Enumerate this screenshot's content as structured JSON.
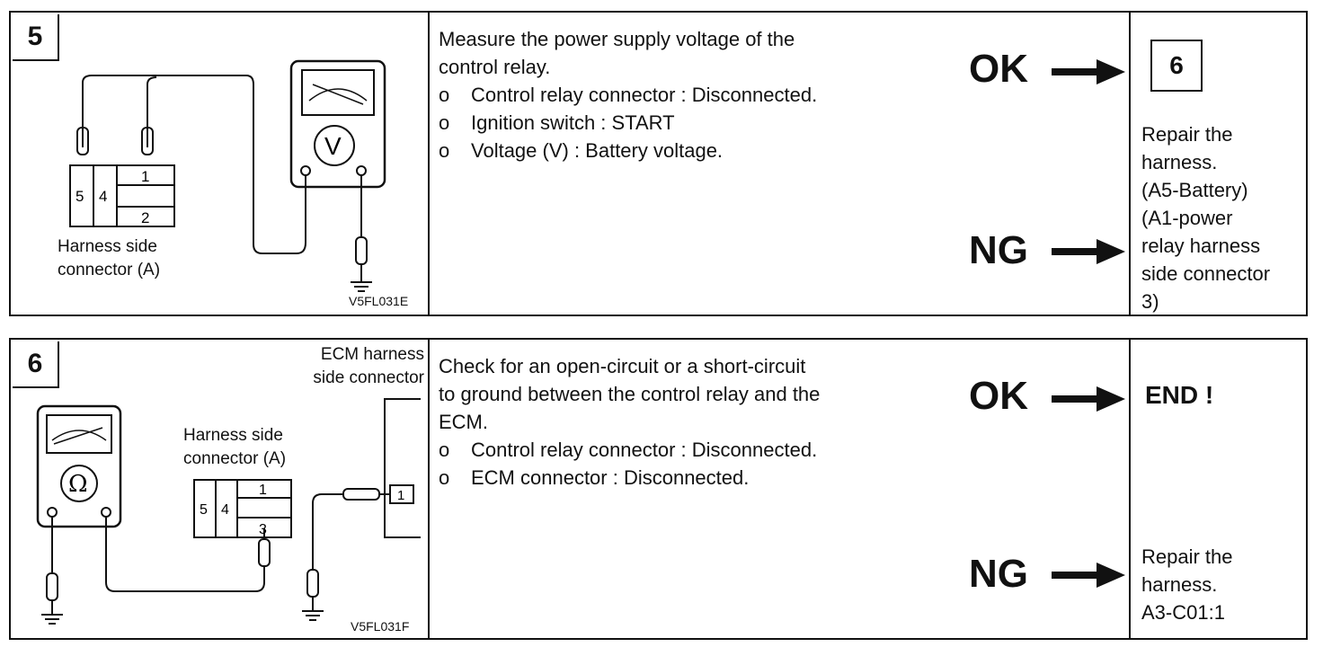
{
  "steps": [
    {
      "number": "5",
      "figure": {
        "harness_label": "Harness side\nconnector (A)",
        "code": "V5FL031E",
        "meter_symbol": "V",
        "pins": [
          "5",
          "4",
          "1",
          "2"
        ]
      },
      "procedure": {
        "title_lines": [
          "Measure the power supply voltage of the",
          "control relay."
        ],
        "items": [
          {
            "bullet": "o",
            "text": "Control relay connector : Disconnected."
          },
          {
            "bullet": "o",
            "text": "Ignition switch : START"
          },
          {
            "bullet": "o",
            "text": "Voltage (V) : Battery voltage."
          }
        ]
      },
      "ok_label": "OK",
      "ng_label": "NG",
      "ok_result": "6",
      "ng_result": "Repair the\nharness.\n(A5-Battery)\n(A1-power\nrelay harness\nside connector\n3)"
    },
    {
      "number": "6",
      "figure": {
        "ecm_label": "ECM harness\nside connector",
        "harness_label": "Harness side\nconnector (A)",
        "code": "V5FL031F",
        "meter_symbol": "Ω",
        "pins": [
          "5",
          "4",
          "1",
          "3"
        ],
        "ecm_pin": "1"
      },
      "procedure": {
        "title_lines": [
          "Check for an open-circuit or a short-circuit",
          "to ground between the control relay and the",
          "ECM."
        ],
        "items": [
          {
            "bullet": "o",
            "text": "Control relay connector : Disconnected."
          },
          {
            "bullet": "o",
            "text": "ECM connector : Disconnected."
          }
        ]
      },
      "ok_label": "OK",
      "ng_label": "NG",
      "ok_result": "END !",
      "ng_result": "Repair the\nharness.\nA3-C01:1"
    }
  ]
}
